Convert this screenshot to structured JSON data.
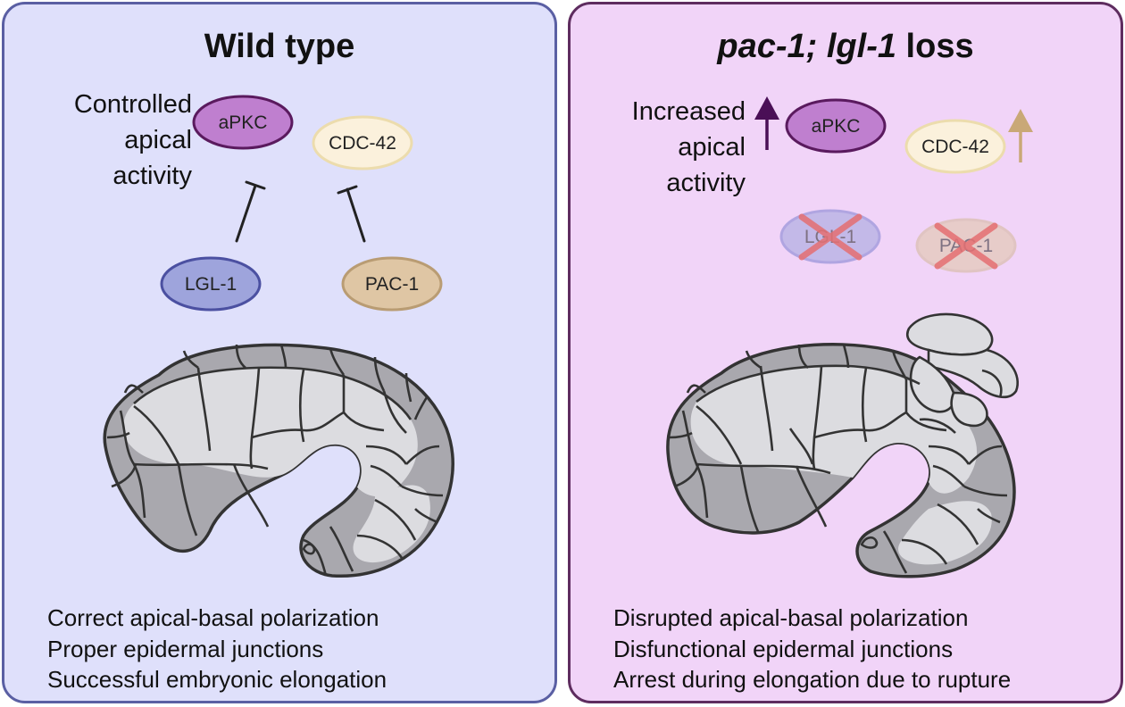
{
  "wild_type": {
    "title": "Wild type",
    "activity_label": [
      "Controlled",
      "apical",
      "activity"
    ],
    "proteins": {
      "apkc": "aPKC",
      "cdc42": "CDC-42",
      "lgl1": "LGL-1",
      "pac1": "PAC-1"
    },
    "outcomes": [
      "Correct apical-basal polarization",
      "Proper epidermal junctions",
      "Successful embryonic elongation"
    ]
  },
  "mutant": {
    "title_italic": "pac-1; lgl-1",
    "title_suffix": " loss",
    "activity_label": [
      "Increased",
      "apical",
      "activity"
    ],
    "proteins": {
      "apkc": "aPKC",
      "cdc42": "CDC-42",
      "lgl1": "LGL-1",
      "pac1": "PAC-1"
    },
    "outcomes": [
      "Disrupted apical-basal polarization",
      "Disfunctional epidermal junctions",
      "Arrest during elongation due to rupture"
    ]
  },
  "colors": {
    "apkc_fill": "#bf7fcf",
    "apkc_stroke": "#5a1a5e",
    "cdc42_fill": "#fbf1dc",
    "cdc42_stroke": "#ecdcad",
    "lgl1_fill": "#9ea4dc",
    "lgl1_stroke": "#4b50a1",
    "pac1_fill": "#dfc6a4",
    "pac1_stroke": "#b99c73",
    "cross": "#e56f72",
    "arrow_apkc": "#4a0f56",
    "arrow_cdc42": "#c9a877"
  }
}
